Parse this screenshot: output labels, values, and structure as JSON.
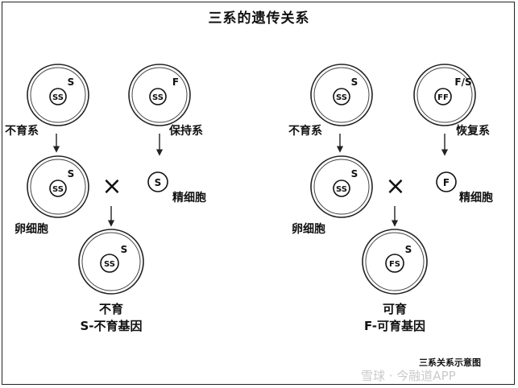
{
  "title": "三系的遗传关系",
  "left": {
    "top_left": {
      "cyto": "S",
      "nucleus": "SS",
      "label": "不育系"
    },
    "top_right": {
      "cyto": "F",
      "nucleus": "SS",
      "label": "保持系"
    },
    "egg": {
      "cyto": "S",
      "nucleus": "SS",
      "label": "卵细胞"
    },
    "sperm": {
      "nucleus": "S",
      "label": "精细胞"
    },
    "result": {
      "cyto": "S",
      "nucleus": "SS",
      "line1": "不育",
      "line2": "S-不育基因"
    }
  },
  "right": {
    "top_left": {
      "cyto": "S",
      "nucleus": "SS",
      "label": "不育系"
    },
    "top_right": {
      "cyto": "F/S",
      "nucleus": "FF",
      "label": "恢复系"
    },
    "egg": {
      "cyto": "S",
      "nucleus": "SS",
      "label": "卵细胞"
    },
    "sperm": {
      "nucleus": "F",
      "label": "精细胞"
    },
    "result": {
      "cyto": "S",
      "nucleus": "FS",
      "line1": "可育",
      "line2": "F-可育基因"
    }
  },
  "cross_symbol": "×",
  "footer": "三系关系示意图",
  "watermark": "雪球 · 今融道APP"
}
